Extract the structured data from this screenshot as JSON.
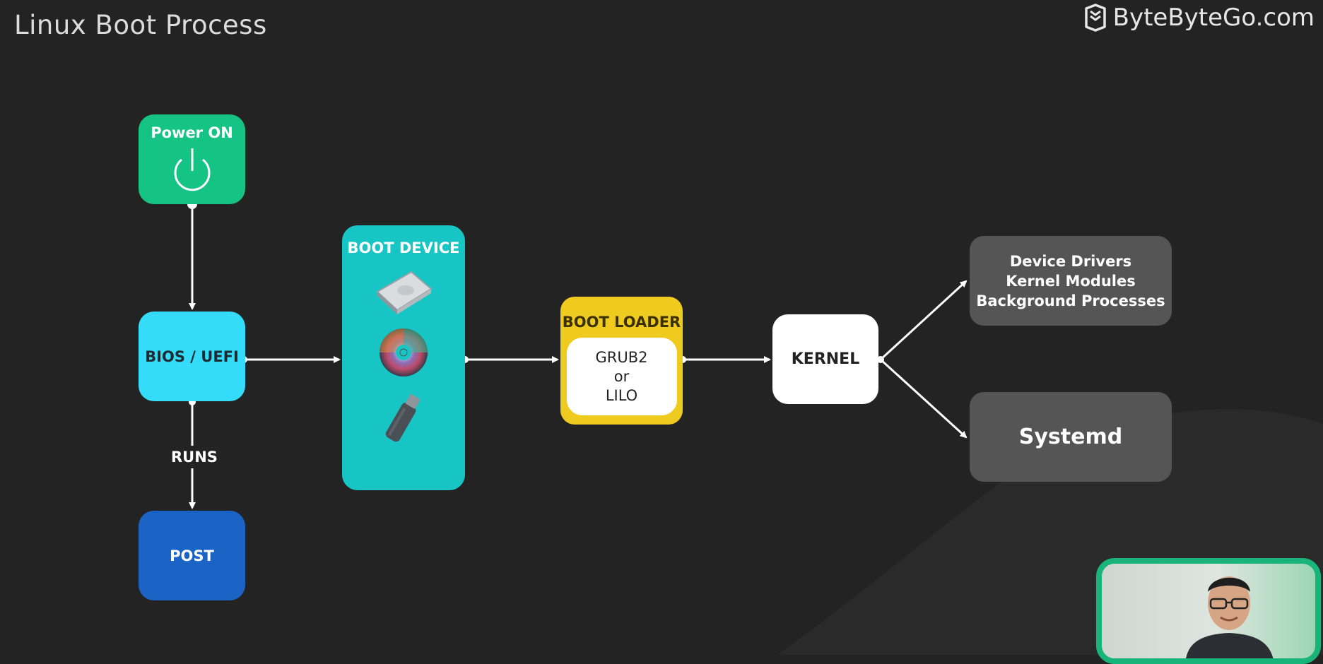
{
  "header": {
    "title": "Linux Boot Process",
    "brand": "ByteByteGo.com"
  },
  "nodes": {
    "power": "Power ON",
    "bios": "BIOS / UEFI",
    "runs": "RUNS",
    "post": "POST",
    "boot_device": "BOOT DEVICE",
    "boot_loader": "BOOT LOADER",
    "grub_lines": [
      "GRUB2",
      "or",
      "LILO"
    ],
    "kernel": "KERNEL",
    "drivers_lines": [
      "Device Drivers",
      "Kernel Modules",
      "Background Processes"
    ],
    "systemd": "Systemd"
  },
  "boot_device_icons": [
    "hard-disk-icon",
    "optical-disc-icon",
    "usb-drive-icon"
  ],
  "colors": {
    "background": "#232323",
    "power": "#15c385",
    "bios": "#35dcfa",
    "post": "#1b64c5",
    "boot_device": "#18c5c5",
    "boot_loader": "#f0cb1f",
    "kernel": "#ffffff",
    "outputs": "#555555",
    "presenter_frame": "#19b47a"
  }
}
